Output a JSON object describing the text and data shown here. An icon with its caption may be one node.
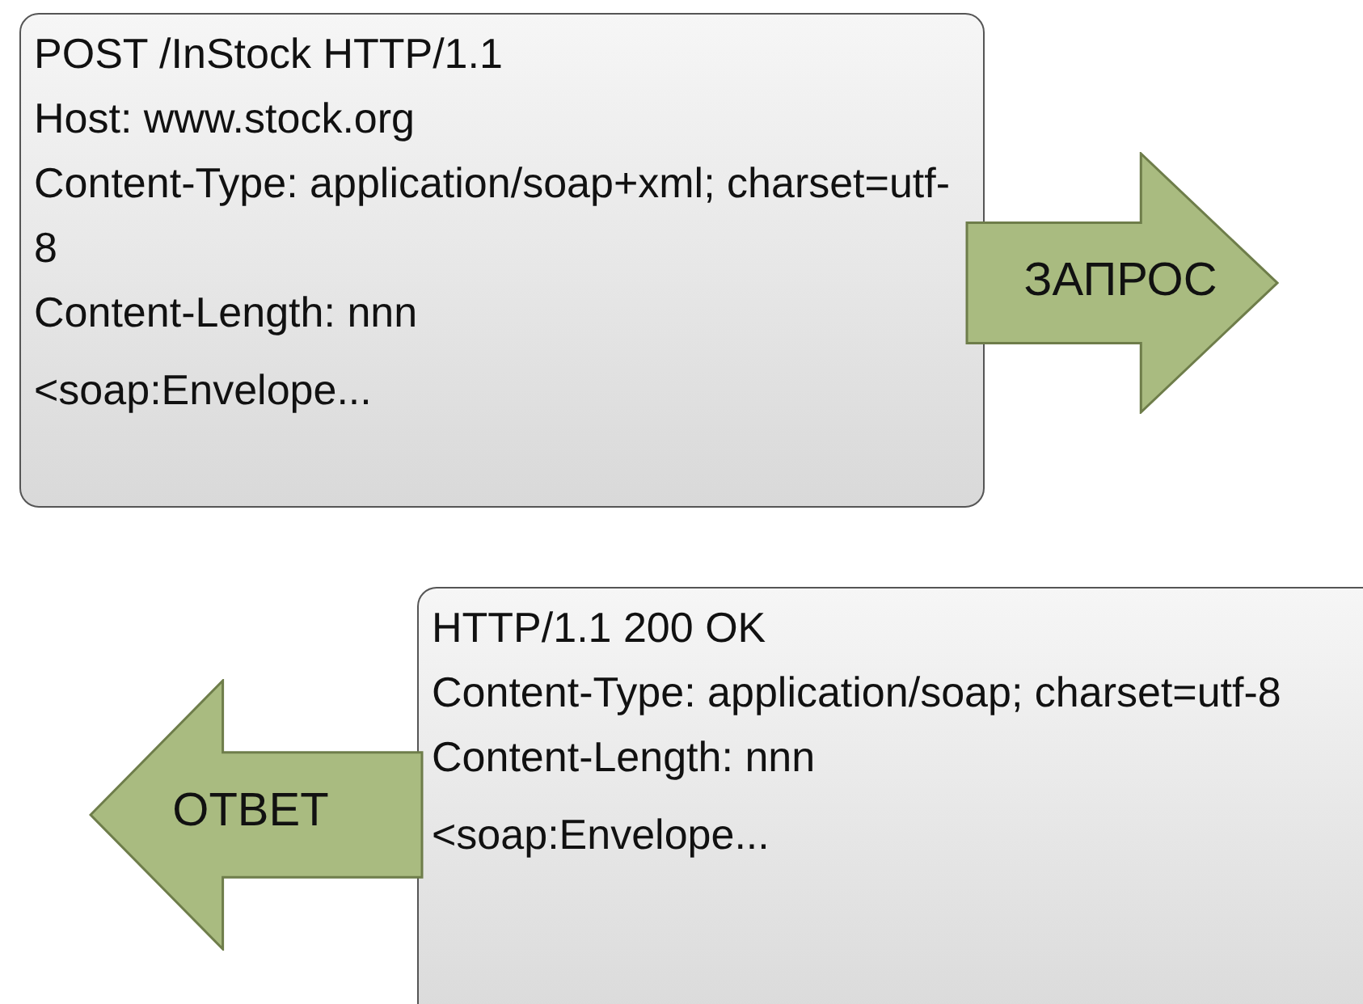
{
  "diagram": {
    "nodes": [
      {
        "text": [
          "POST /InStock HTTP/1.1",
          "Host: www.stock.org",
          "Content-Type: application/soap+xml; charset=utf-8",
          "Content-Length: nnn",
          "<soap:Envelope..."
        ]
      },
      {
        "text": [
          "ЗАПРОС"
        ]
      },
      {
        "text": [
          "HTTP/1.1 200 OK",
          "Content-Type: application/soap; charset=utf-8",
          "Content-Length: nnn",
          "<soap:Envelope..."
        ]
      },
      {
        "text": [
          "ОТВЕТ"
        ]
      }
    ]
  }
}
